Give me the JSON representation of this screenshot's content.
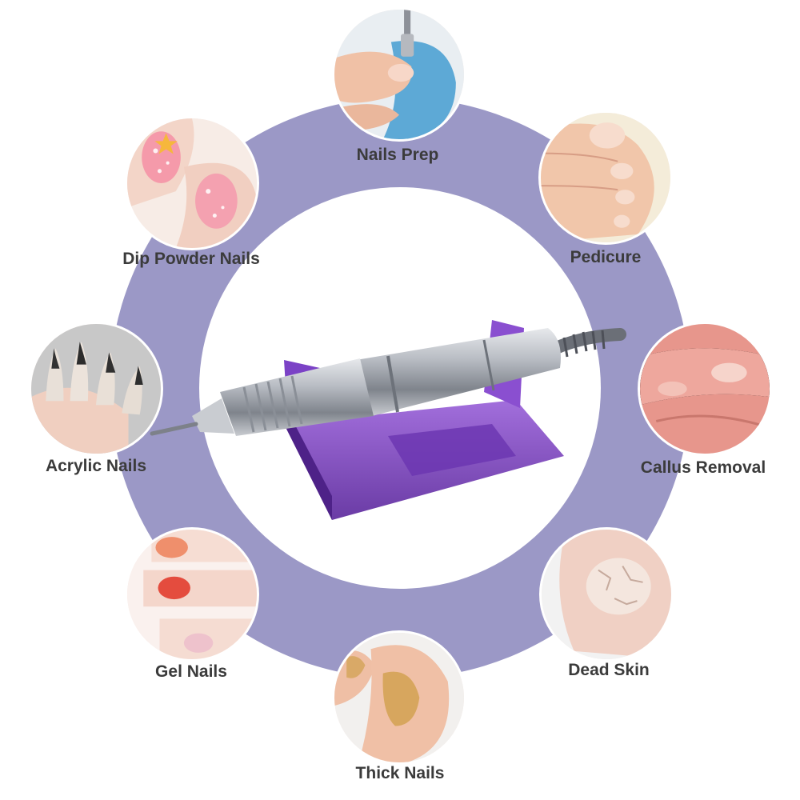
{
  "colors": {
    "ring": "#9b98c6",
    "label_text": "#3b3b3b",
    "stand": "#7a3fc0",
    "handpiece": "#a9adb5",
    "background": "#ffffff"
  },
  "product": {
    "icon": "nail-drill-handpiece-on-stand-icon"
  },
  "applications": [
    {
      "label": "Nails Prep",
      "icon": "nail-prep-photo-icon"
    },
    {
      "label": "Pedicure",
      "icon": "pedicure-photo-icon"
    },
    {
      "label": "Callus Removal",
      "icon": "callus-photo-icon"
    },
    {
      "label": "Dead Skin",
      "icon": "dead-skin-heel-photo-icon"
    },
    {
      "label": "Thick Nails",
      "icon": "thick-nail-photo-icon"
    },
    {
      "label": "Gel Nails",
      "icon": "gel-nails-photo-icon"
    },
    {
      "label": "Acrylic Nails",
      "icon": "acrylic-nails-photo-icon"
    },
    {
      "label": "Dip Powder Nails",
      "icon": "dip-powder-nails-photo-icon"
    }
  ]
}
